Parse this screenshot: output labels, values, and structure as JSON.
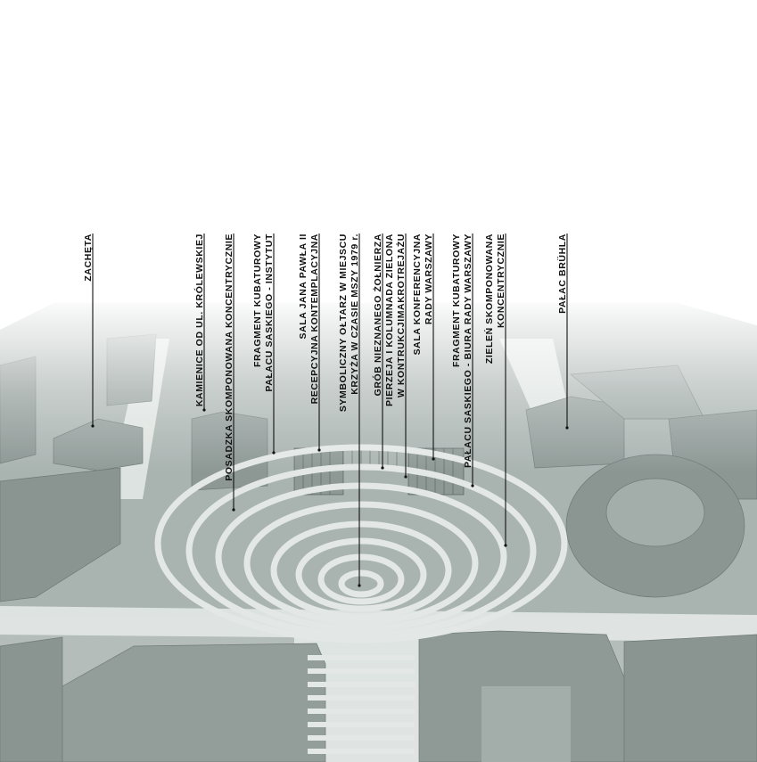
{
  "labels": [
    {
      "id": "zacheta",
      "lines": [
        "ZACHĘTA"
      ]
    },
    {
      "id": "kamienice",
      "lines": [
        "KAMIENICE OD UL. KRÓLEWSKIEJ"
      ]
    },
    {
      "id": "posadzka",
      "lines": [
        "POSADZKA SKOMPONOWANA KONCENTRYCZNIE"
      ]
    },
    {
      "id": "fragment-instytut",
      "lines": [
        "FRAGMENT KUBATUROWY",
        "PAŁACU SASKIEGO - INSTYTUT"
      ]
    },
    {
      "id": "sala-jana",
      "lines": [
        "SALA JANA PAWŁA II",
        "RECEPCYJNA  KONTEMPLACYJNA"
      ]
    },
    {
      "id": "oltarz",
      "lines": [
        "SYMBOLICZNY OŁTARZ W MIEJSCU",
        "KRZYŻA W CZASIE MSZY 1979 r."
      ]
    },
    {
      "id": "grob",
      "lines": [
        "GRÓB NIEZNANEGO ŻOŁNIERZA"
      ]
    },
    {
      "id": "pierzeja",
      "lines": [
        "PIERZEJA I KOLUMNADA ZIELONA",
        "W KONTRUKCJIMAKROTREJAŻU"
      ]
    },
    {
      "id": "sala-konf",
      "lines": [
        "SALA KONFERENCYJNA",
        "RADY WARSZAWY"
      ]
    },
    {
      "id": "fragment-biura",
      "lines": [
        "FRAGMENT KUBATUROWY",
        "PAŁACU SASKIEGO - BIURA RADY WARSZAWY"
      ]
    },
    {
      "id": "zielen",
      "lines": [
        "ZIELEŃ SKOMPONOWANA",
        "KONCENTRYCZNIE"
      ]
    },
    {
      "id": "palac-bruhla",
      "lines": [
        "PAŁAC BRÜHLA"
      ]
    }
  ],
  "colors": {
    "ground": "#a3aeab",
    "building": "#8f9a97",
    "building_dark": "#7c8784",
    "paving_light": "#dfe5e3",
    "leader": "#111111"
  }
}
